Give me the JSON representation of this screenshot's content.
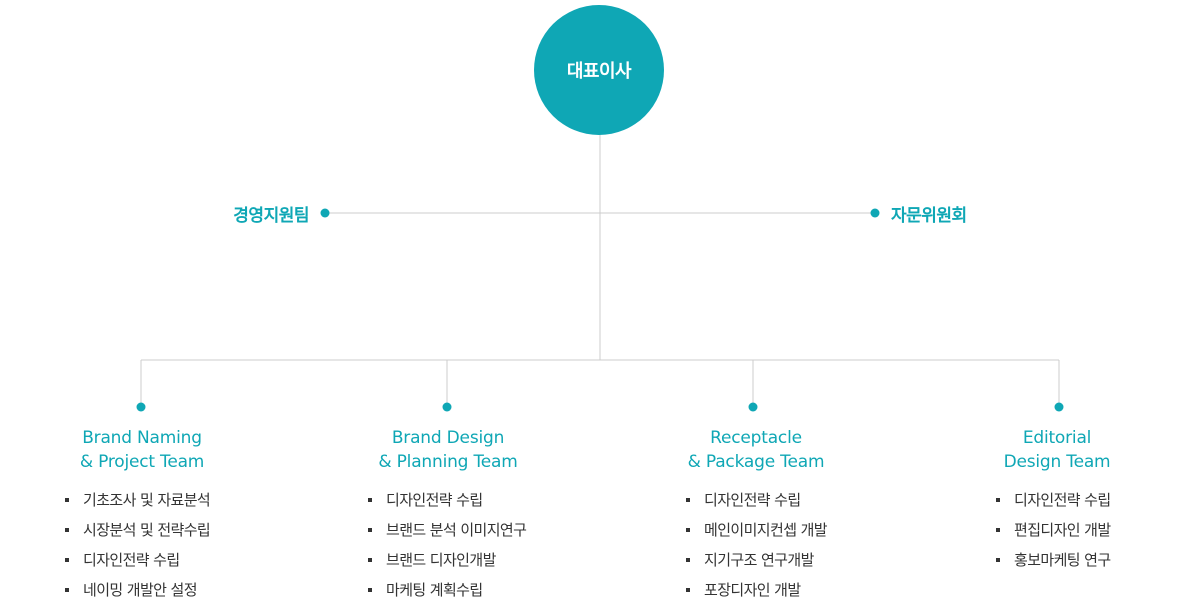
{
  "colors": {
    "accent": "#0fa7b5",
    "line": "#cccccc",
    "text": "#333333"
  },
  "ceo": {
    "label": "대표이사"
  },
  "side": {
    "left_label": "경영지원팀",
    "right_label": "자문위원회"
  },
  "teams": [
    {
      "title_line1": "Brand Naming",
      "title_line2": "& Project Team",
      "items": [
        "기초조사 및 자료분석",
        "시장분석 및 전략수립",
        "디자인전략 수립",
        "네이밍 개발안 설정"
      ]
    },
    {
      "title_line1": "Brand Design",
      "title_line2": "& Planning Team",
      "items": [
        "디자인전략 수립",
        "브랜드 분석 이미지연구",
        "브랜드 디자인개발",
        "마케팅 계획수립"
      ]
    },
    {
      "title_line1": "Receptacle",
      "title_line2": "& Package Team",
      "items": [
        "디자인전략 수립",
        "메인이미지컨셉 개발",
        "지기구조 연구개발",
        "포장디자인 개발"
      ]
    },
    {
      "title_line1": "Editorial",
      "title_line2": "Design Team",
      "items": [
        "디자인전략 수립",
        "편집디자인 개발",
        "홍보마케팅 연구"
      ]
    }
  ]
}
